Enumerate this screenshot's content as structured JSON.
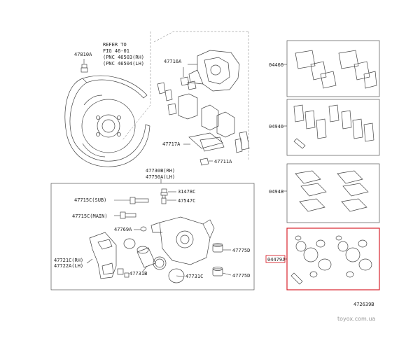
{
  "diagram": {
    "refer": {
      "line1": "REFER TO",
      "line2": "FIG 46-01",
      "line3": "(PNC 46503(RH)",
      "line4": "(PNC 46504(LH)"
    },
    "callouts": {
      "c47810A": "47810A",
      "c47716A": "47716A",
      "c47717A": "47717A",
      "c47711A": "47711A",
      "c47730B": "47730B(RH)",
      "c47750A": "47750A(LH)",
      "c31478C": "31478C",
      "c47715C_sub": "47715C(SUB)",
      "c47547C": "47547C",
      "c47715C_main": "47715C(MAIN)",
      "c47769A": "47769A",
      "c47775D_top": "47775D",
      "c47721C": "47721C(RH)",
      "c47722A": "47722A(LH)",
      "c47731B": "47731B",
      "c47731C": "47731C",
      "c47775D_bot": "47775D",
      "c04466": "04466",
      "c04946": "04946",
      "c04948": "04948",
      "c04479J": "04479J"
    },
    "figure_number": "472639B",
    "watermark": "toyox.com.ua",
    "colors": {
      "highlight": "#d9232d",
      "line": "#333333"
    }
  }
}
